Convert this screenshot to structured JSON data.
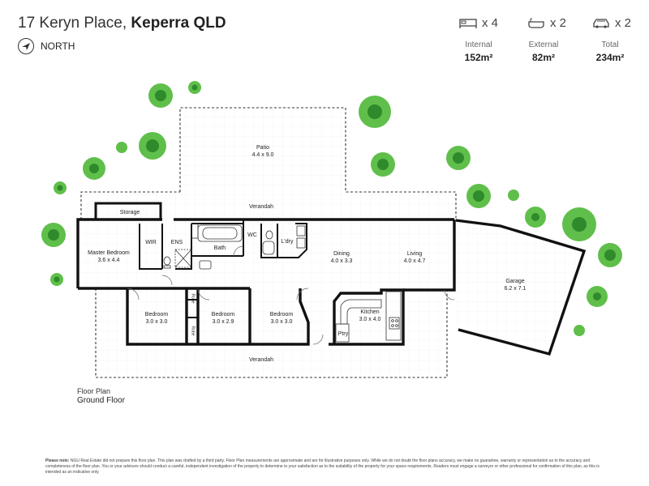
{
  "header": {
    "address_line": "17 Keryn Place, ",
    "suburb": "Keperra QLD",
    "north_label": "NORTH"
  },
  "counts": {
    "bedrooms": "x 4",
    "bathrooms": "x 2",
    "cars": "x 2"
  },
  "areas": [
    {
      "label": "Internal",
      "value": "152m²"
    },
    {
      "label": "External",
      "value": "82m²"
    },
    {
      "label": "Total",
      "value": "234m²"
    }
  ],
  "rooms": {
    "patio": {
      "name": "Patio",
      "dims": "4.4 x 9.0"
    },
    "verandah_top": {
      "name": "Verandah"
    },
    "verandah_bottom": {
      "name": "Verandah"
    },
    "storage": {
      "name": "Storage"
    },
    "master": {
      "name": "Master Bedroom",
      "dims": "3.6 x 4.4"
    },
    "wir": {
      "name": "WIR"
    },
    "ens": {
      "name": "ENS"
    },
    "bath": {
      "name": "Bath"
    },
    "wc": {
      "name": "WC"
    },
    "ldry": {
      "name": "L'dry"
    },
    "dining": {
      "name": "Dining",
      "dims": "4.0 x 3.3"
    },
    "living": {
      "name": "Living",
      "dims": "4.0 x 4.7"
    },
    "garage": {
      "name": "Garage",
      "dims": "6.2 x 7.1"
    },
    "bed1": {
      "name": "Bedroom",
      "dims": "3.0 x 3.0"
    },
    "bed2": {
      "name": "Bedroom",
      "dims": "3.0 x 2.9"
    },
    "bed3": {
      "name": "Bedroom",
      "dims": "3.0 x 3.0"
    },
    "kitchen": {
      "name": "Kitchen",
      "dims": "3.0 x 4.0"
    },
    "ptry": {
      "name": "Ptry"
    },
    "robe_top": {
      "name": "Robe"
    },
    "robe_bottom": {
      "name": "Robe"
    }
  },
  "caption": {
    "line1": "Floor Plan",
    "line2": "Ground Floor"
  },
  "disclaimer": {
    "lead": "Please note:",
    "text": " NGU Real Estate did not prepare this floor plan. This plan was drafted by a third party. Floor Plan measurements are approximate and are for illustrative purposes only. While we do not doubt the floor plans accuracy, we make no guarantee, warranty or representation as to the accuracy and completeness of the floor plan. You or your advisors should conduct a careful, independent investigation of the property to determine to your satisfaction as to the suitability of the property for your space requirements. Readers must engage a surveyor or other professional for confirmation of this plan, as this is intended as an indicative only."
  },
  "colors": {
    "wall": "#111111",
    "tree_light": "#5fbf4a",
    "tree_dark": "#2e8a2a",
    "grid": "#eeeeee"
  }
}
